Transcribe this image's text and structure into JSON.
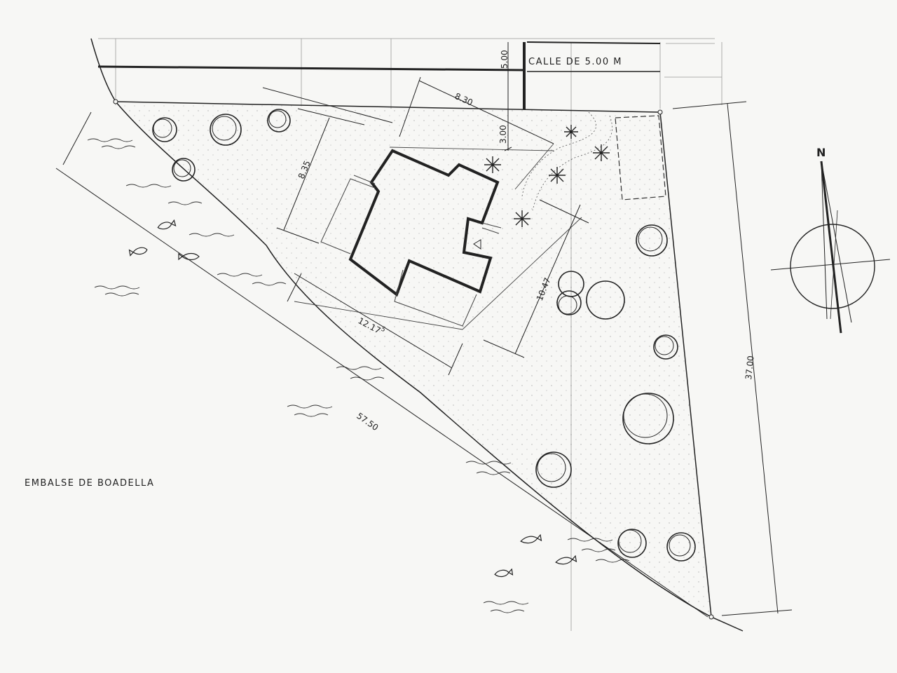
{
  "street_label": "CALLE DE 5.00 M",
  "reservoir_label": "EMBALSE DE BOADELLA",
  "north_label": "N",
  "dimensions": {
    "street_width": "5.00",
    "setback_top": "3.00",
    "house_top": "8.30",
    "house_left": "8.35",
    "house_bottom": "12.17",
    "house_bottom_sup": "5",
    "house_right": "10.47",
    "plot_lake_side": "57.50",
    "plot_east_side": "37.00"
  },
  "colors": {
    "ink": "#222222",
    "paper": "#f7f7f5"
  }
}
